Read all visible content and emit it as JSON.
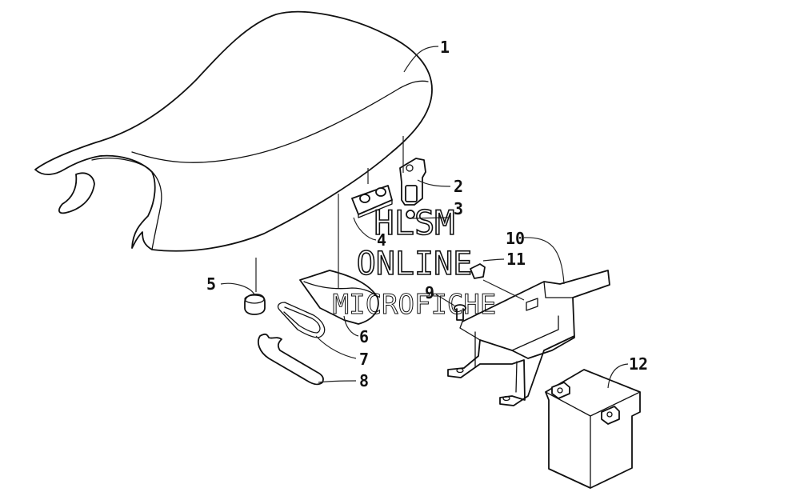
{
  "callouts": {
    "c1": "1",
    "c2": "2",
    "c3": "3",
    "c4": "4",
    "c5": "5",
    "c6": "6",
    "c7": "7",
    "c8": "8",
    "c9": "9",
    "c10": "10",
    "c11": "11",
    "c12": "12"
  },
  "watermark": {
    "line1": "HLSM",
    "line2": "ONLINE",
    "line3": "MICROFICHE"
  },
  "colors": {
    "ink": "#111111",
    "background": "#ffffff"
  }
}
